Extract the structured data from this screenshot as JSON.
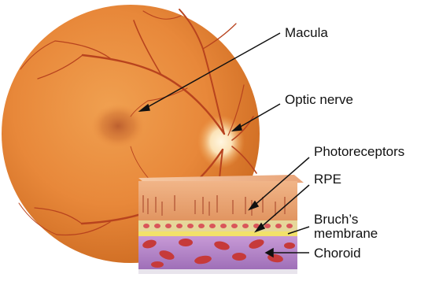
{
  "labels": {
    "macula": "Macula",
    "optic_nerve": "Optic nerve",
    "photoreceptors": "Photoreceptors",
    "rpe": "RPE",
    "bruchs_line1": "Bruch’s",
    "bruchs_line2": "membrane",
    "choroid": "Choroid"
  },
  "colors": {
    "fundus": "#E8883A",
    "vessel": "#B8431E",
    "macula": "#B4552A",
    "optic_disc": "#FBE3B8",
    "photoreceptor_layer": "#E7A173",
    "rpe_layer": "#E6D79A",
    "bruchs_layer": "#F2E16A",
    "choroid_layer": "#B98BCB",
    "blood_cell": "#C63A3A"
  }
}
